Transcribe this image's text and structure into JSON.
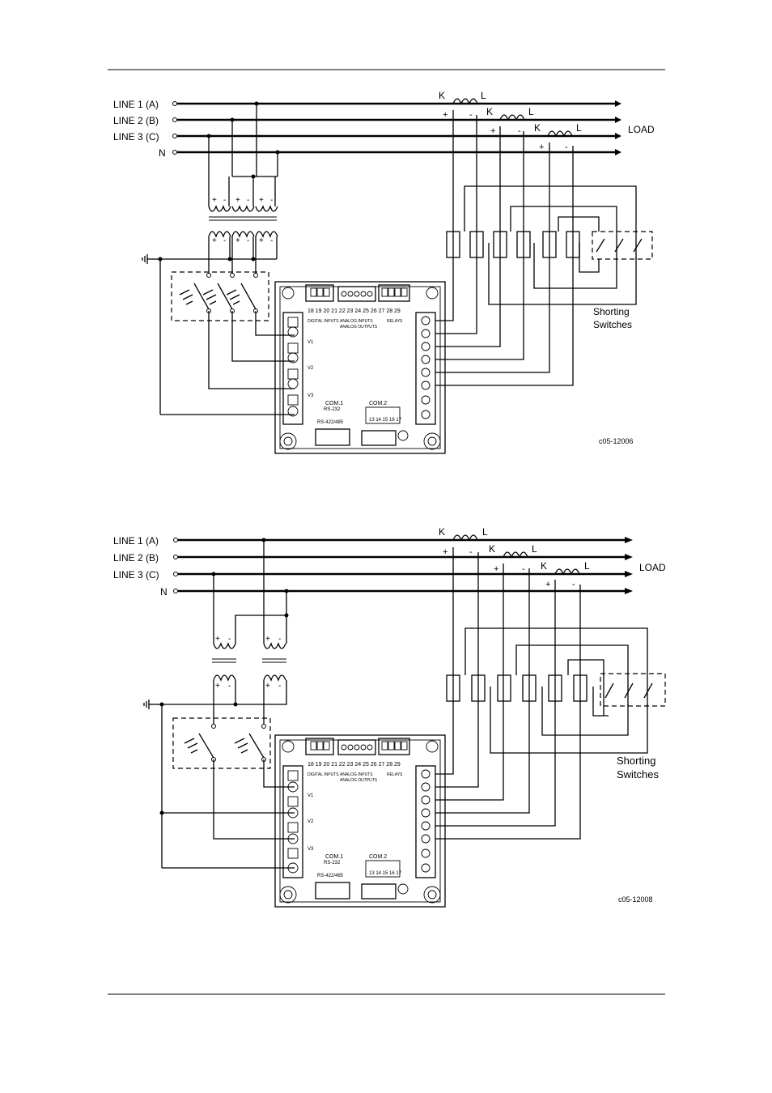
{
  "diagrams": [
    {
      "lines": [
        "LINE 1  (A)",
        "LINE 2  (B)",
        "LINE 3  (C)",
        "N"
      ],
      "load_label": "LOAD",
      "ct_labels": [
        "K",
        "L",
        "+",
        "-"
      ],
      "vt_labels": [
        "+",
        "-"
      ],
      "shorting_label": [
        "Shorting",
        "Switches"
      ],
      "code": "c05-12006",
      "meter": {
        "top_numbers": "18 19 20   21 22 23 24 25   26 27 28 29",
        "digital_inputs": "DIGITAL INPUTS",
        "analog_inputs": "ANALOG INPUTS",
        "analog_outputs": "ANALOG OUTPUTS",
        "relays": "RELAYS",
        "com1": "COM.1",
        "com1_sub": "RS-232",
        "com1_bottom": "RS-422/485",
        "com2": "COM.2",
        "com2_bottom": "13 14 15 16 17",
        "voltage_labels": [
          "V1",
          "V2",
          "V3"
        ]
      }
    },
    {
      "lines": [
        "LINE 1  (A)",
        "LINE 2  (B)",
        "LINE 3  (C)",
        "N"
      ],
      "load_label": "LOAD",
      "ct_labels": [
        "K",
        "L",
        "+",
        "-"
      ],
      "vt_labels": [
        "+",
        "-"
      ],
      "shorting_label": [
        "Shorting",
        "Switches"
      ],
      "code": "c05-12008",
      "meter": {
        "top_numbers": "18 19 20   21 22 23 24 25   26 27 28 29",
        "digital_inputs": "DIGITAL INPUTS",
        "analog_inputs": "ANALOG INPUTS",
        "analog_outputs": "ANALOG OUTPUTS",
        "relays": "RELAYS",
        "com1": "COM.1",
        "com1_sub": "RS-232",
        "com1_bottom": "RS-422/485",
        "com2": "COM.2",
        "com2_bottom": "13 14 15 16 17",
        "voltage_labels": [
          "V1",
          "V2",
          "V3"
        ]
      }
    }
  ]
}
